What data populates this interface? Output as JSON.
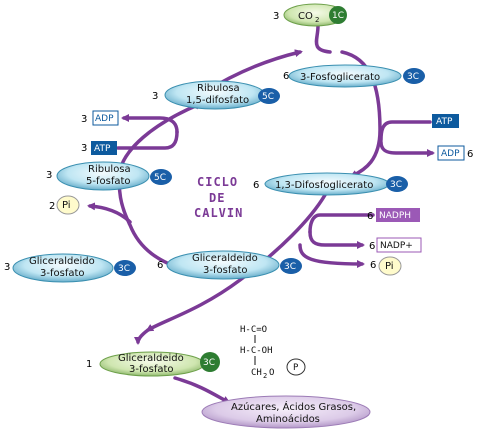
{
  "title": {
    "line1": "CICLO",
    "line2": "DE",
    "line3": "CALVIN"
  },
  "co2": {
    "coef": "3",
    "label": "CO",
    "sub": "2",
    "badge": "1C"
  },
  "fosfoglicerato3": {
    "coef": "6",
    "label": "3-Fosfoglicerato",
    "badge": "3C"
  },
  "ribulosa_bifosfato": {
    "coef": "3",
    "line1": "Ribulosa",
    "line2": "1,5-difosfato",
    "badge": "5C"
  },
  "atp_in_right": {
    "label": "ATP"
  },
  "adp_out_right": {
    "label": "ADP",
    "coef": "6"
  },
  "adp_out_left": {
    "coef": "3",
    "label": "ADP"
  },
  "atp_in_left": {
    "coef": "3",
    "label": "ATP"
  },
  "ribulosa_fosfato": {
    "coef": "3",
    "line1": "Ribulosa",
    "line2": "5-fosfato",
    "badge": "5C"
  },
  "difosfoglicerato": {
    "coef": "6",
    "label": "1,3-Difosfoglicerato",
    "badge": "3C"
  },
  "nadph_in": {
    "coef": "6",
    "label": "NADPH"
  },
  "nadp_out": {
    "coef": "6",
    "label": "NADP+"
  },
  "pi_out_right": {
    "coef": "6",
    "label": "Pi"
  },
  "pi_out_left": {
    "coef": "2",
    "label": "Pi"
  },
  "gliceraldeido_left": {
    "coef": "3",
    "line1": "Gliceraldeido",
    "line2": "3-fosfato",
    "badge": "3C"
  },
  "gliceraldeido_mid": {
    "coef": "6",
    "line1": "Gliceraldeido",
    "line2": "3-fosfato",
    "badge": "3C"
  },
  "gliceraldeido_out": {
    "coef": "1",
    "line1": "Gliceraldeido",
    "line2": "3-fosfato",
    "badge": "3C"
  },
  "structure": {
    "l1": "H-C=O",
    "l2": "H-C-OH",
    "l3": "CH",
    "l3sub": "2",
    "l3o": "O",
    "phosphate": "P"
  },
  "products": {
    "line1": "Azúcares, Ácidos Grasos,",
    "line2": "Aminoácidos"
  },
  "colors": {
    "arrow": "#7b3a96",
    "pill_light": "#d6f0f7",
    "pill_dark": "#3a8fb0",
    "badge_blue": "#1a5fa8",
    "badge_green": "#2e7d32",
    "box_blue": "#0d5a9e",
    "nadph": "#9b59b6",
    "pi_fill": "#fffbcc"
  }
}
